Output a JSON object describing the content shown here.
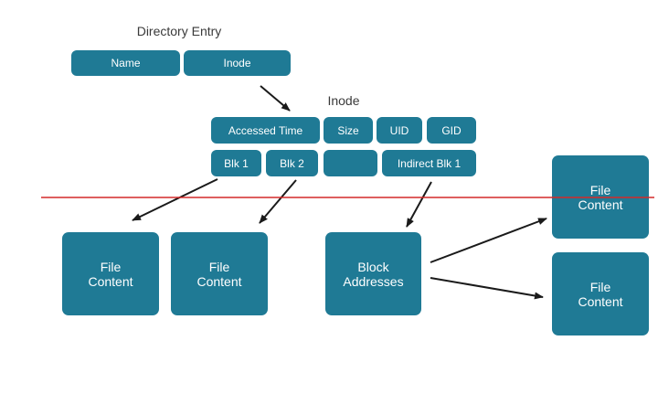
{
  "directory_entry": {
    "title": "Directory Entry",
    "fields": [
      "Name",
      "Inode"
    ]
  },
  "inode": {
    "title": "Inode",
    "row1": [
      "Accessed Time",
      "Size",
      "UID",
      "GID"
    ],
    "row2": [
      "Blk 1",
      "Blk 2",
      "",
      "Indirect Blk 1"
    ]
  },
  "blocks": {
    "file_content_1": [
      "File",
      "Content"
    ],
    "file_content_2": [
      "File",
      "Content"
    ],
    "block_addresses": [
      "Block",
      "Addresses"
    ],
    "file_content_3": [
      "File",
      "Content"
    ],
    "file_content_4": [
      "File",
      "Content"
    ]
  },
  "colors": {
    "box": "#1f7a95",
    "arrow": "#1a1a1a",
    "divider": "#d42a2a"
  }
}
